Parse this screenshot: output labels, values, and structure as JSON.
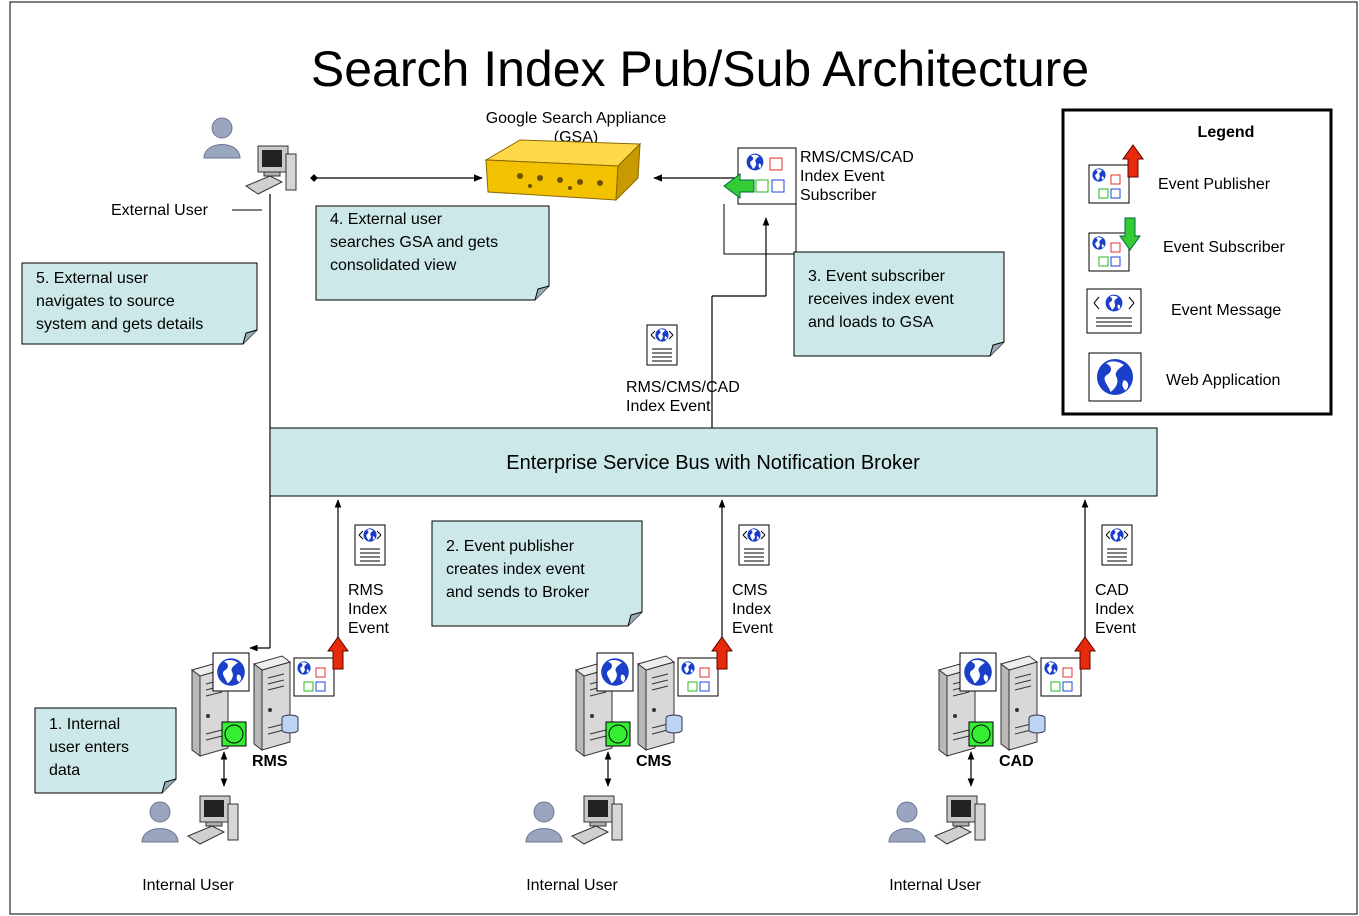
{
  "title": "Search Index Pub/Sub Architecture",
  "gsa": {
    "line1": "Google Search Appliance",
    "line2": "(GSA)"
  },
  "external_user": "External User",
  "internal_user": "Internal User",
  "subscriber_label": [
    "RMS/CMS/CAD",
    "Index Event",
    "Subscriber"
  ],
  "bus_label": "Enterprise Service Bus with Notification Broker",
  "top_event_label": [
    "RMS/CMS/CAD",
    "Index Event"
  ],
  "notes": {
    "n1": [
      "1. Internal",
      "user enters",
      "data"
    ],
    "n2": [
      "2. Event publisher",
      "creates index event",
      "and sends to Broker"
    ],
    "n3": [
      "3. Event subscriber",
      "receives index event",
      "and loads to GSA"
    ],
    "n4": [
      "4. External user",
      "searches GSA and gets",
      "consolidated view"
    ],
    "n5": [
      "5. External user",
      "navigates to source",
      "system and gets details"
    ]
  },
  "systems": [
    {
      "name": "RMS",
      "event": [
        "RMS",
        "Index",
        "Event"
      ]
    },
    {
      "name": "CMS",
      "event": [
        "CMS",
        "Index",
        "Event"
      ]
    },
    {
      "name": "CAD",
      "event": [
        "CAD",
        "Index",
        "Event"
      ]
    }
  ],
  "legend": {
    "title": "Legend",
    "items": [
      "Event Publisher",
      "Event Subscriber",
      "Event Message",
      "Web Application"
    ]
  },
  "colors": {
    "note_fill": "#cce8e8",
    "bus_fill": "#cce8e8",
    "publisher_arrow": "#e82a0a",
    "subscriber_arrow": "#33cc33",
    "globe": "#1a3fc8",
    "gsa_yellow": "#f2c200",
    "status_green": "#33ee33"
  },
  "icons": [
    "user-icon",
    "computer-icon",
    "server-icon",
    "globe-icon",
    "event-message-icon",
    "publisher-icon",
    "subscriber-icon",
    "gsa-appliance-icon"
  ]
}
